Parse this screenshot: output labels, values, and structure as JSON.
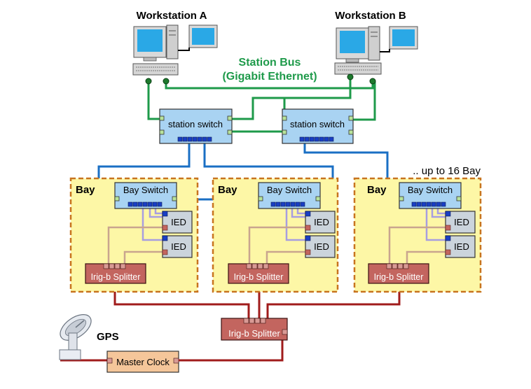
{
  "workstations": [
    {
      "label": "Workstation A"
    },
    {
      "label": "Workstation B"
    }
  ],
  "station_bus": {
    "line1": "Station Bus",
    "line2": "(Gigabit Ethernet)"
  },
  "station_switches": [
    {
      "label": "station switch"
    },
    {
      "label": "station switch"
    }
  ],
  "bay_note": ".. up to 16 Bay",
  "bays": [
    {
      "title": "Bay",
      "switch_label": "Bay Switch",
      "ieds": [
        "IED",
        "IED"
      ],
      "splitter_label": "Irig-b Splitter"
    },
    {
      "title": "Bay",
      "switch_label": "Bay Switch",
      "ieds": [
        "IED",
        "IED"
      ],
      "splitter_label": "Irig-b Splitter"
    },
    {
      "title": "Bay",
      "switch_label": "Bay Switch",
      "ieds": [
        "IED",
        "IED"
      ],
      "splitter_label": "Irig-b Splitter"
    }
  ],
  "main_splitter": {
    "label": "Irig-b Splitter"
  },
  "gps": {
    "label": "GPS"
  },
  "master_clock": {
    "label": "Master Clock"
  },
  "colors": {
    "station_bus": "#1e9a4a",
    "switch_fill": "#a9d3f2",
    "bay_fill": "#fdf7a6",
    "bay_border": "#c8741f",
    "ied_fill": "#cbd4dc",
    "splitter_fill": "#c3655f",
    "clock_fill": "#f5c69a",
    "ethernet": "#1a6fc4",
    "irig": "#a01b1b",
    "ied_link_purple": "#a79ee0",
    "ied_link_tan": "#c9a58e"
  }
}
